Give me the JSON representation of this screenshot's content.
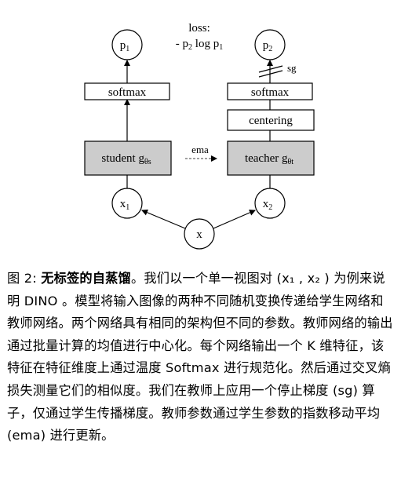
{
  "figure": {
    "loss_label": "loss:",
    "loss_formula": "- p",
    "loss_formula_sub": "2",
    "loss_formula_mid": " log p",
    "loss_formula_sub2": "1",
    "p1": "p",
    "p1_sub": "1",
    "p2": "p",
    "p2_sub": "2",
    "sg": "sg",
    "softmax_left": "softmax",
    "softmax_right": "softmax",
    "centering": "centering",
    "student_label": "student g",
    "student_sub": "θs",
    "teacher_label": "teacher g",
    "teacher_sub": "θt",
    "ema": "ema",
    "x1": "x",
    "x1_sub": "1",
    "x2": "x",
    "x2_sub": "2",
    "x": "x"
  },
  "caption": {
    "label": "图 2: ",
    "title": "无标签的自蒸馏",
    "text": "。我们以一个单一视图对 (x₁ , x₂ ) 为例来说明 DINO 。模型将输入图像的两种不同随机变换传递给学生网络和教师网络。两个网络具有相同的架构但不同的参数。教师网络的输出通过批量计算的均值进行中心化。每个网络输出一个 K 维特征，该特征在特征维度上通过温度 Softmax 进行规范化。然后通过交叉熵损失测量它们的相似度。我们在教师上应用一个停止梯度 (sg) 算子，仅通过学生传播梯度。教师参数通过学生参数的指数移动平均 (ema) 进行更新。"
  },
  "colors": {
    "box_fill_dark": "#cccccc",
    "box_stroke": "#000000",
    "line": "#000000"
  }
}
